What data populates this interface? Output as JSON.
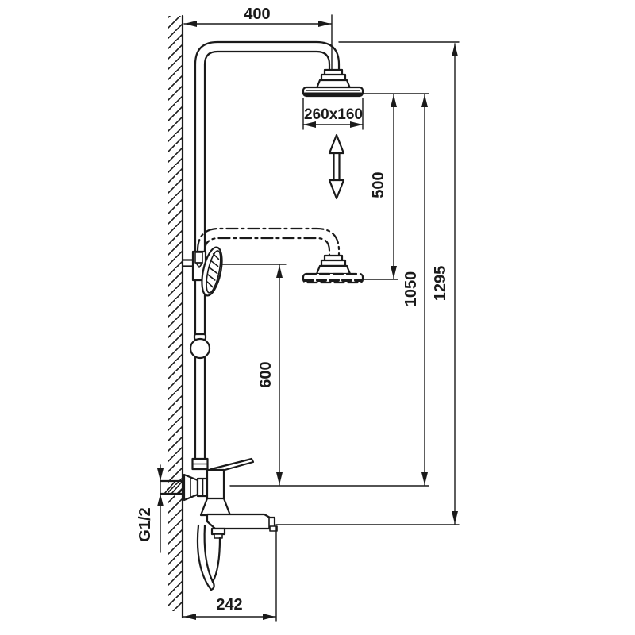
{
  "drawing": {
    "type": "shower-system-installation-dimension-drawing",
    "colors": {
      "line": "#1a1a1a",
      "background": "#ffffff"
    },
    "dimensions": {
      "width_400": {
        "label": "400"
      },
      "head_260x160": {
        "label": "260x160"
      },
      "drop_500": {
        "label": "500"
      },
      "height_1050": {
        "label": "1050"
      },
      "height_1295": {
        "label": "1295"
      },
      "height_600": {
        "label": "600"
      },
      "thread_g12": {
        "label": "G1/2"
      },
      "reach_242": {
        "label": "242"
      }
    }
  }
}
